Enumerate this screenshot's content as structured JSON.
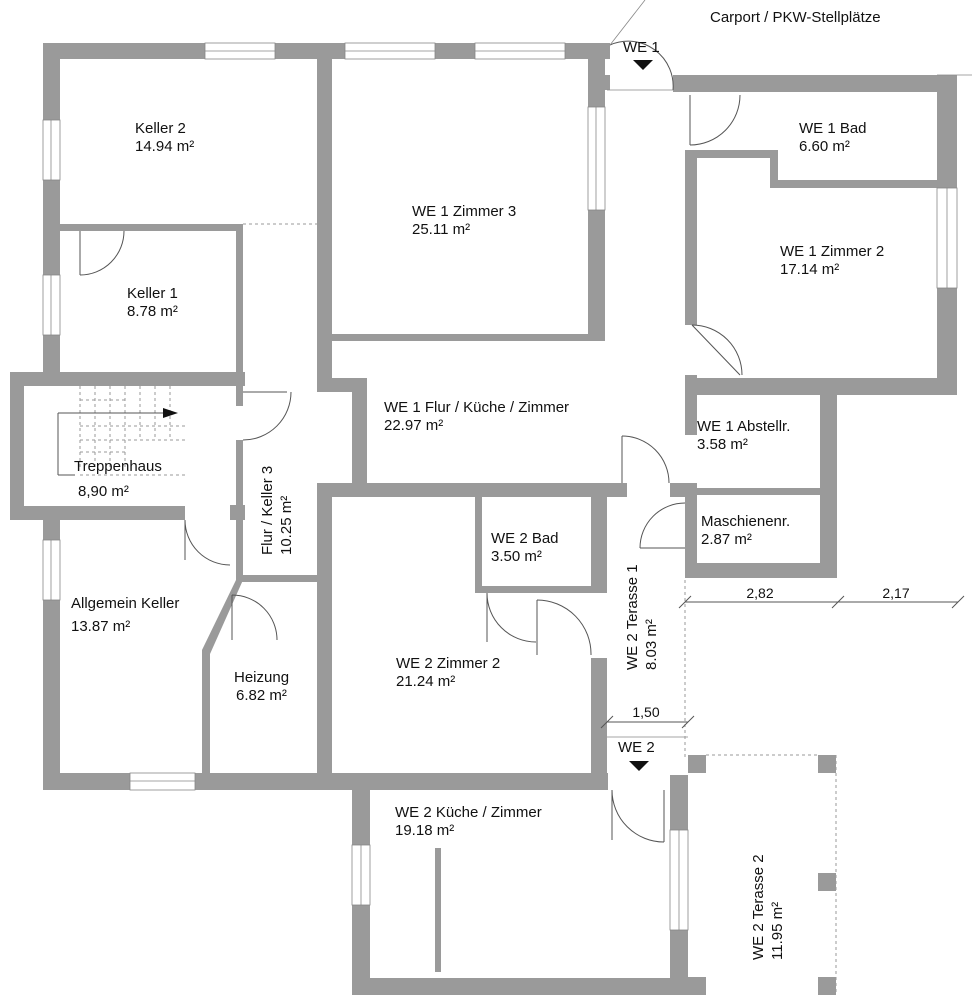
{
  "carport": "Carport / PKW-Stellplätze",
  "entrances": {
    "we1": "WE 1",
    "we2": "WE 2"
  },
  "rooms": {
    "keller2": {
      "name": "Keller 2",
      "area": "14.94 m²"
    },
    "keller1": {
      "name": "Keller 1",
      "area": "8.78 m²"
    },
    "treppenhaus": {
      "name": "Treppenhaus",
      "area": "8,90 m²"
    },
    "flurkeller3": {
      "name": "Flur / Keller 3",
      "area": "10.25 m²"
    },
    "allgemein": {
      "name": "Allgemein Keller",
      "area": "13.87 m²"
    },
    "heizung": {
      "name": "Heizung",
      "area": "6.82 m²"
    },
    "we1z3": {
      "name": "WE 1 Zimmer 3",
      "area": "25.11 m²"
    },
    "we1flur": {
      "name": "WE 1 Flur / Küche / Zimmer",
      "area": "22.97 m²"
    },
    "we1bad": {
      "name": "WE 1 Bad",
      "area": "6.60 m²"
    },
    "we1z2": {
      "name": "WE 1 Zimmer 2",
      "area": "17.14 m²"
    },
    "we1abst": {
      "name": "WE 1 Abstellr.",
      "area": "3.58 m²"
    },
    "masch": {
      "name": "Maschienenr.",
      "area": "2.87 m²"
    },
    "we2bad": {
      "name": "WE 2 Bad",
      "area": "3.50 m²"
    },
    "we2z2": {
      "name": "WE 2 Zimmer 2",
      "area": "21.24 m²"
    },
    "we2terr1": {
      "name": "WE 2 Terasse 1",
      "area": "8.03 m²"
    },
    "we2kueche": {
      "name": "WE 2 Küche / Zimmer",
      "area": "19.18 m²"
    },
    "we2terr2": {
      "name": "WE 2 Terasse 2",
      "area": "11.95 m²"
    }
  },
  "dimensions": {
    "d282": "2,82",
    "d217": "2,17",
    "d150": "1,50"
  }
}
